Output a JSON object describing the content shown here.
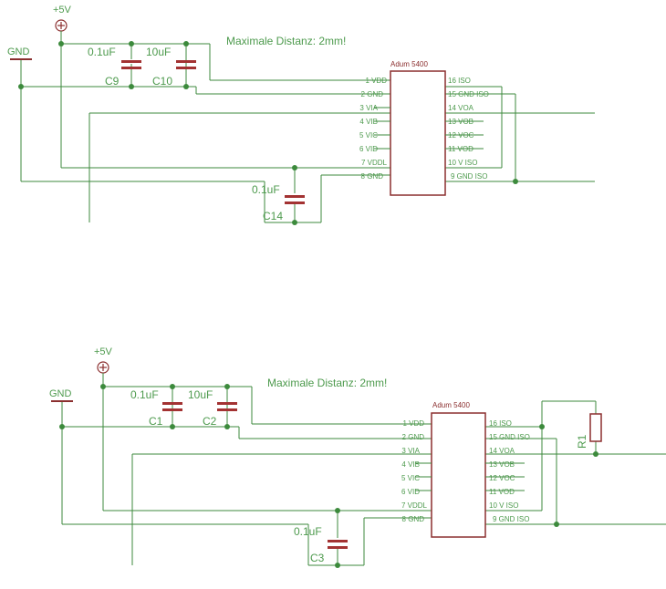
{
  "circuits": [
    {
      "note": "Maximale Distanz: 2mm!",
      "power_label": "+5V",
      "gnd_label": "GND",
      "chip_name": "Adum 5400",
      "left_pins": [
        "1 VDD",
        "2 GND",
        "3 VIA",
        "4 VIB",
        "5 VIC",
        "6 VID",
        "7 VDDL",
        "8 GND"
      ],
      "right_pins": [
        "16 ISO",
        "15 GND ISO",
        "14 VOA",
        "13 VOB",
        "12 VOC",
        "11 VOD",
        "10 V ISO",
        "9 GND ISO"
      ],
      "caps": [
        {
          "ref": "C9",
          "value": "0.1uF"
        },
        {
          "ref": "C10",
          "value": "10uF"
        },
        {
          "ref": "C14",
          "value": "0.1uF"
        }
      ]
    },
    {
      "note": "Maximale Distanz: 2mm!",
      "power_label": "+5V",
      "gnd_label": "GND",
      "chip_name": "Adum 5400",
      "left_pins": [
        "1 VDD",
        "2 GND",
        "3 VIA",
        "4 VIB",
        "5 VIC",
        "6 VID",
        "7 VDDL",
        "8 GND"
      ],
      "right_pins": [
        "16 ISO",
        "15 GND ISO",
        "14 VOA",
        "13 VOB",
        "12 VOC",
        "11 VOD",
        "10 V ISO",
        "9 GND ISO"
      ],
      "caps": [
        {
          "ref": "C1",
          "value": "0.1uF"
        },
        {
          "ref": "C2",
          "value": "10uF"
        },
        {
          "ref": "C3",
          "value": "0.1uF"
        }
      ],
      "resistor": {
        "ref": "R1"
      }
    }
  ],
  "colors": {
    "wire": "#3c8a3c",
    "part": "#8b2f2f",
    "text": "#4d9a4d"
  }
}
